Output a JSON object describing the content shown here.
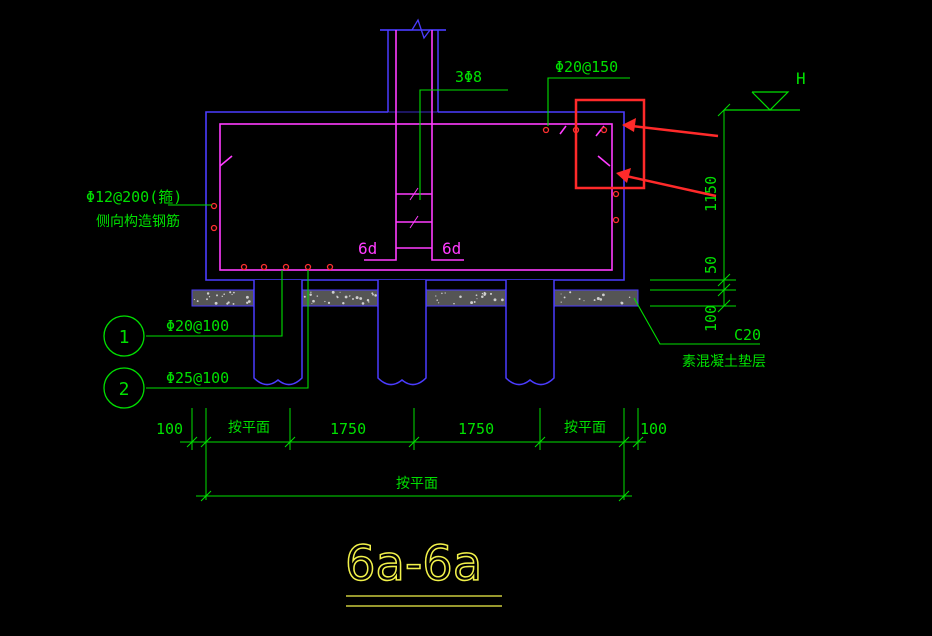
{
  "colors": {
    "background": "#000000",
    "outline": "#4b3cff",
    "rebar": "#ff3cff",
    "dim": "#00e000",
    "bar_dot": "#ff3030",
    "title": "#f2f24a",
    "concrete": "#7a7a7a",
    "highlight": "#ff2a2a"
  },
  "annotations": {
    "stirrup": "3Φ8",
    "top_rebar": "Φ20@150",
    "side_rebar": "Φ12@200(箍)",
    "side_rebar_desc": "侧向构造钢筋",
    "hook_left": "6d",
    "hook_right": "6d",
    "level_mark": "H",
    "concrete_grade": "C20",
    "cushion_layer": "素混凝土垫层",
    "callout_1_num": "1",
    "callout_1_text": "Φ20@100",
    "callout_2_num": "2",
    "callout_2_text": "Φ25@100"
  },
  "dimensions": {
    "vertical": [
      "1150",
      "50",
      "100"
    ],
    "horizontal": [
      "100",
      "按平面",
      "1750",
      "1750",
      "按平面",
      "100"
    ],
    "overall": "按平面"
  },
  "title": "6a-6a",
  "icons": [
    "break-line-icon",
    "level-triangle-icon",
    "arrow-icon"
  ]
}
